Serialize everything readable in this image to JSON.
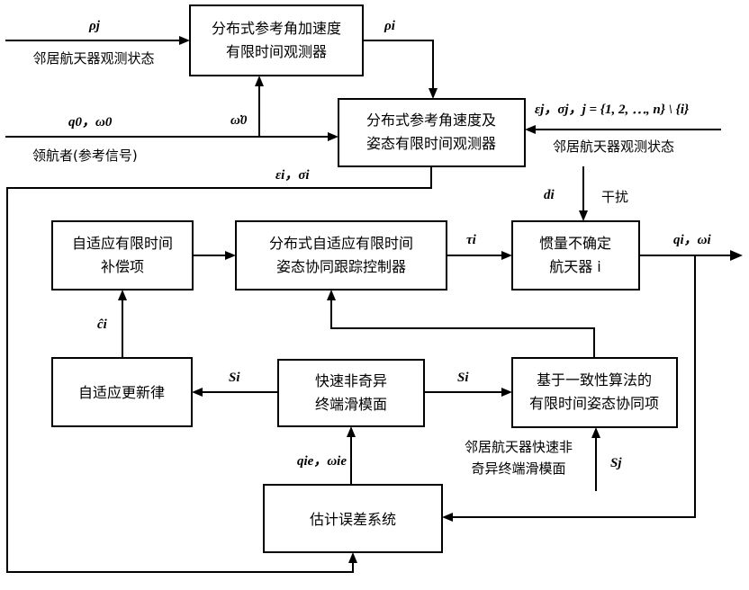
{
  "blocks": {
    "observer_accel": [
      "分布式参考角加速度",
      "有限时间观测器"
    ],
    "observer_vel": [
      "分布式参考角速度及",
      "姿态有限时间观测器"
    ],
    "compensation": [
      "自适应有限时间",
      "补偿项"
    ],
    "controller": [
      "分布式自适应有限时间",
      "姿态协同跟踪控制器"
    ],
    "spacecraft": [
      "惯量不确定",
      "航天器 i"
    ],
    "update_law": [
      "自适应更新律"
    ],
    "sliding_surface": [
      "快速非奇异",
      "终端滑模面"
    ],
    "consensus_term": [
      "基于一致性算法的",
      "有限时间姿态协同项"
    ],
    "error_system": [
      "估计误差系统"
    ]
  },
  "labels": {
    "rho_j": "ρj",
    "neighbor_states_left": "邻居航天器观测状态",
    "rho_i": "ρi",
    "omega_dot_0": "ω̇0",
    "q0_omega0": "q0，ω0",
    "leader": "领航者(参考信号)",
    "eps_sigma_j": "εj，σj，j = {1, 2, ⋯, n} \\ {i}",
    "neighbor_states_right": "邻居航天器观测状态",
    "eps_sigma_i": "εi，σi",
    "d_i": "di",
    "disturbance": "干扰",
    "tau_i": "τi",
    "q_omega_i": "qi，ωi",
    "c_hat_i": "ĉi",
    "S_i_left": "Si",
    "S_i_right": "Si",
    "neighbor_sliding": [
      "邻居航天器快速非",
      "奇异终端滑模面"
    ],
    "S_j": "Sj",
    "q_omega_ie": "qie，ωie"
  }
}
